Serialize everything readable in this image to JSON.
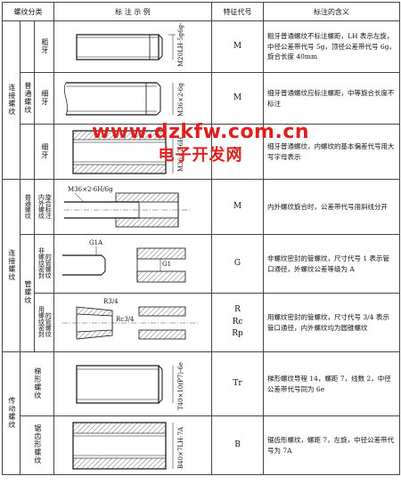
{
  "headers": {
    "category": "螺纹分类",
    "example": "标 注 示 例",
    "code": "特征代号",
    "meaning": "标注的含义"
  },
  "groups": {
    "connecting_thread": "连接螺纹",
    "connecting_thread_2": "连接螺纹",
    "transmission_thread": "传动螺纹",
    "ordinary_thread": "普通螺纹",
    "ordinary_thread_2": "普通螺纹",
    "pipe_thread": "管螺纹",
    "coarse": "粗牙",
    "fine": "细牙",
    "fine_2": "细牙",
    "inner_outer": "内外螺纹",
    "fit_mark": "旋合标注",
    "non_sealing": "非螺纹密封",
    "sealing": "用螺纹密封",
    "pipe_sub": "的管螺纹",
    "pipe_sub_2": "的管螺纹",
    "trapezoidal": "梯形螺纹",
    "buttress": "锯齿形螺纹"
  },
  "rows": [
    {
      "sub": "普通螺纹",
      "label": "M20LH-5g6g-40",
      "code": "M",
      "meaning": "粗牙普通螺纹不标注螺距，LH 表示左旋，中径公差带代号 5g，顶径公差带代号 6g，旋合长度 40mm"
    },
    {
      "sub": "普通螺纹",
      "label": "M36×2-6g",
      "code": "M",
      "meaning": "细牙普通螺纹应标注螺距，中等旋合长度不标注"
    },
    {
      "sub": "普通螺纹",
      "label": "M36×2-6H",
      "code": "M",
      "meaning": "细牙普通螺纹，内螺纹的基本偏差代号用大写字母表示"
    },
    {
      "label": "M36×2-6H/6g",
      "code": "M",
      "meaning": "内外螺纹旋合时，公差带代号用斜线分开"
    },
    {
      "label": "G1A",
      "label2": "G1",
      "code": "G",
      "meaning": "非螺纹密封的管螺纹，尺寸代号 1 表示管口通径，外螺纹公差等级为 A"
    },
    {
      "label": "R3/4",
      "label2": "Rc3/4",
      "code_lines": [
        "R",
        "Rc",
        "Rp"
      ],
      "meaning": "用螺纹密封的管螺纹，尺寸代号 3/4 表示管口通径，内外螺纹均为圆锥螺纹"
    },
    {
      "label": "T40×10(P7)-6e",
      "code": "Tr",
      "meaning": "梯形螺纹导程 14，螺距 7，线数 2，中径公差带代号同为 6e"
    },
    {
      "label": "B40×7LH-7A",
      "code": "B",
      "meaning": "锯齿形螺纹，螺距 7，左旋，中径公差带代号为 7A"
    }
  ],
  "watermark": {
    "url": "www.dzkfw.com.cn",
    "name": "电子开发网"
  },
  "colors": {
    "watermark": "#e02020",
    "border": "#444444"
  }
}
